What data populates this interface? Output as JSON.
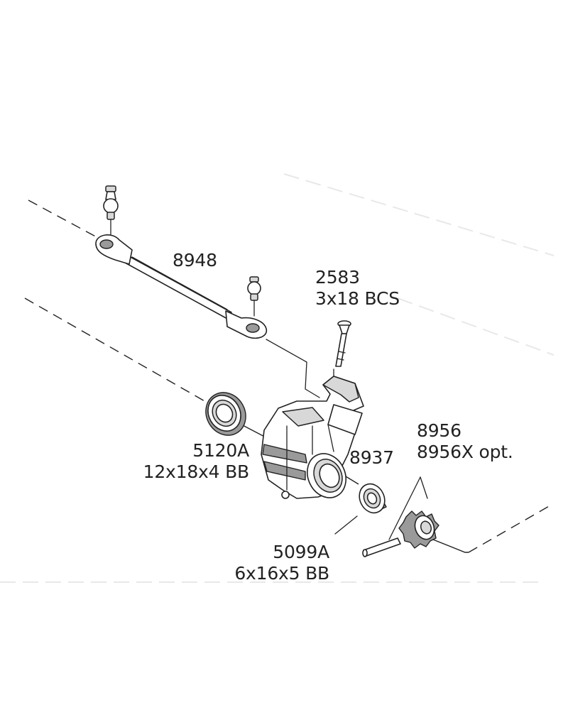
{
  "diagram": {
    "callouts": [
      {
        "id": "tie-rod",
        "lines": [
          "8948"
        ]
      },
      {
        "id": "screw",
        "lines": [
          "2583",
          "3x18 BCS"
        ]
      },
      {
        "id": "bearing-large",
        "lines": [
          "5120A",
          "12x18x4 BB"
        ]
      },
      {
        "id": "steering-block",
        "lines": [
          "8937"
        ]
      },
      {
        "id": "hub",
        "lines": [
          "8956",
          "8956X opt."
        ]
      },
      {
        "id": "bearing-small",
        "lines": [
          "5099A",
          "6x16x5 BB"
        ]
      }
    ]
  }
}
